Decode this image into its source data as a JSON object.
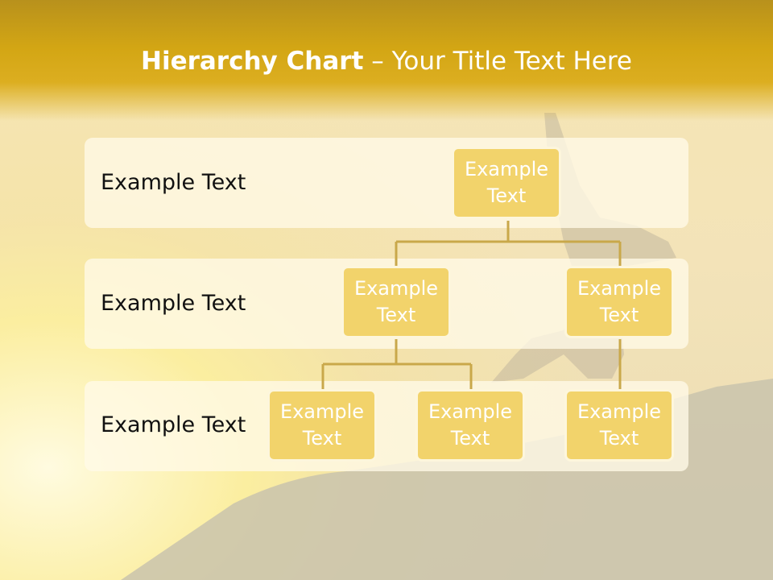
{
  "title": {
    "bold_part": "Hierarchy Chart",
    "rest": " – Your Title Text Here"
  },
  "rows": [
    {
      "label": "Example Text"
    },
    {
      "label": "Example Text"
    },
    {
      "label": "Example Text"
    }
  ],
  "nodes": {
    "root": "Example Text",
    "level2_left": "Example Text",
    "level2_right": "Example Text",
    "level3_a": "Example Text",
    "level3_b": "Example Text",
    "level3_c": "Example Text"
  },
  "colors": {
    "header": "#d3a614",
    "node_fill": "#f2d36b",
    "node_border": "#fdf6dc",
    "connector": "#c9a84a"
  }
}
